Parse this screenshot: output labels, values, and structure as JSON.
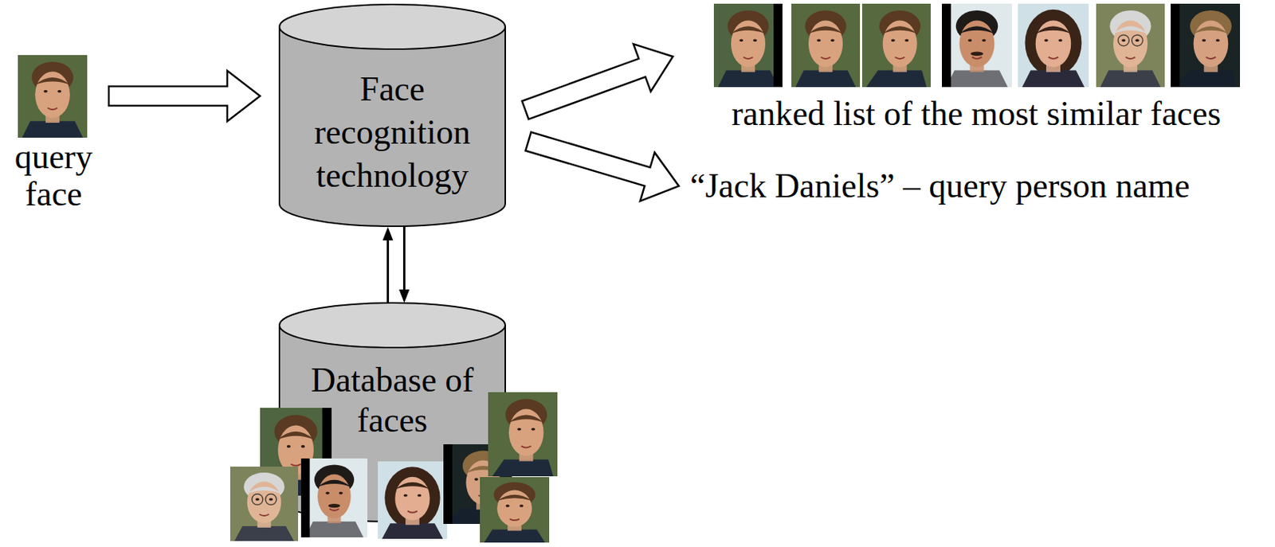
{
  "diagram": {
    "nodes": [
      {
        "text": [
          "query face"
        ]
      },
      {
        "text": [
          "Face recognition technology"
        ]
      },
      {
        "text": [
          "ranked list of the most similar faces"
        ]
      },
      {
        "text": [
          "“Jack Daniels” – query person name"
        ]
      },
      {
        "text": [
          "Database of faces"
        ]
      }
    ],
    "edges": [
      {
        "from": 0,
        "to": 1,
        "arrow": "to"
      },
      {
        "from": 1,
        "to": 2,
        "arrow": "to"
      },
      {
        "from": 1,
        "to": 3,
        "arrow": "to"
      },
      {
        "from": 1,
        "to": 4,
        "arrow": "both"
      }
    ]
  }
}
